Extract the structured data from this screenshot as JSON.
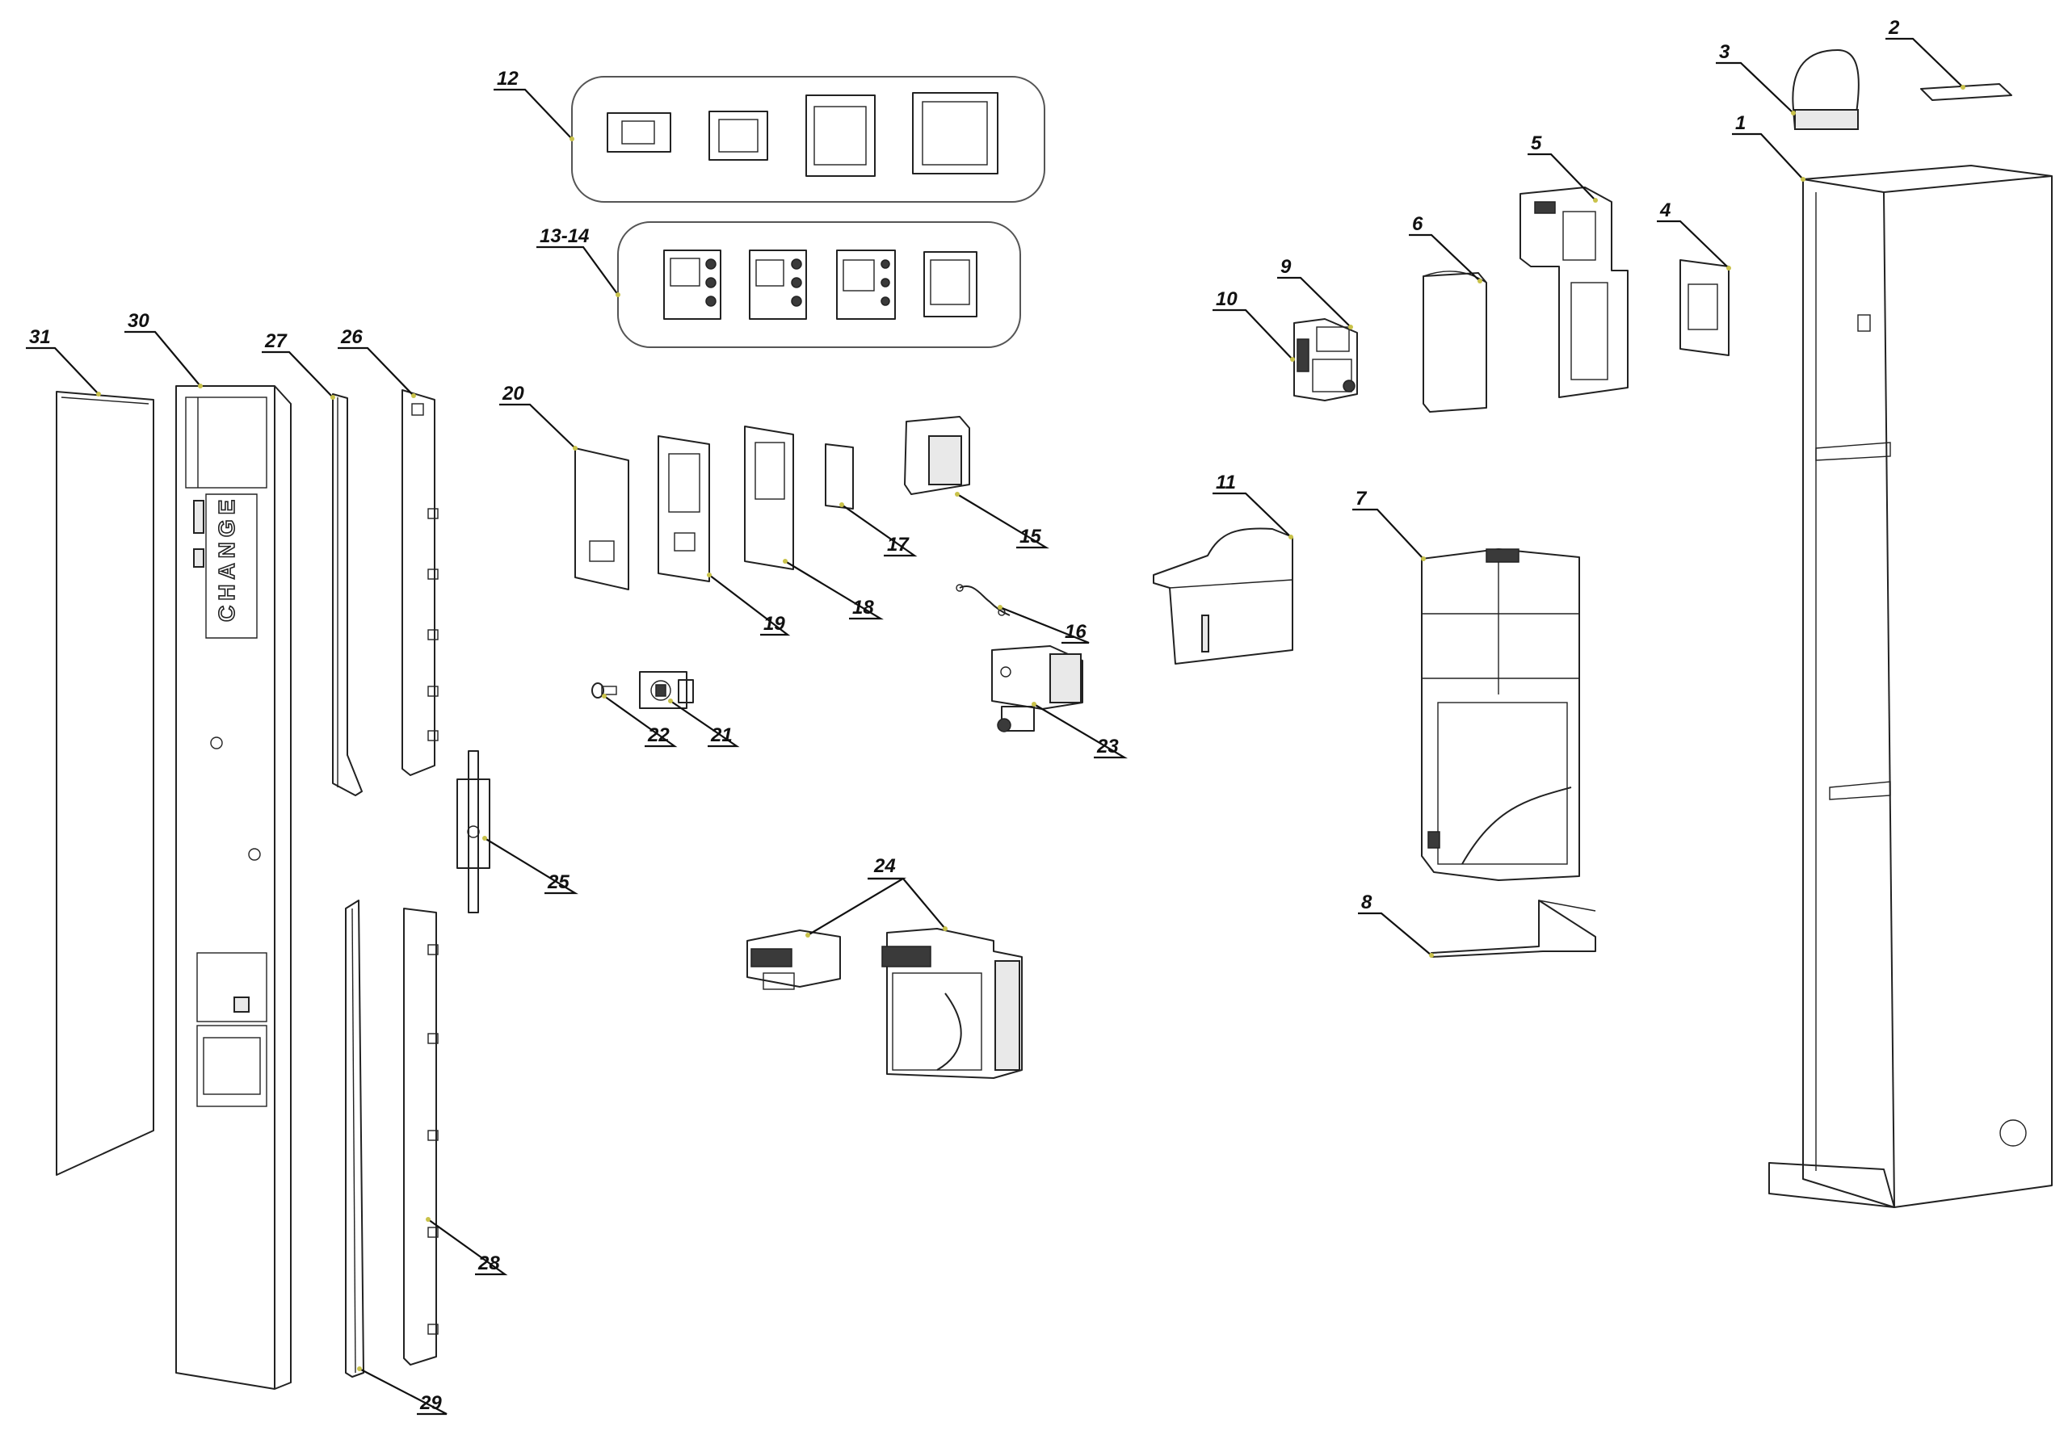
{
  "parts": [
    {
      "id": "p1",
      "label": "1"
    },
    {
      "id": "p2",
      "label": "2"
    },
    {
      "id": "p3",
      "label": "3"
    },
    {
      "id": "p4",
      "label": "4"
    },
    {
      "id": "p5",
      "label": "5"
    },
    {
      "id": "p6",
      "label": "6"
    },
    {
      "id": "p7",
      "label": "7"
    },
    {
      "id": "p8",
      "label": "8"
    },
    {
      "id": "p9",
      "label": "9"
    },
    {
      "id": "p10",
      "label": "10"
    },
    {
      "id": "p11",
      "label": "11"
    },
    {
      "id": "p12",
      "label": "12"
    },
    {
      "id": "p13",
      "label": "13-14"
    },
    {
      "id": "p15",
      "label": "15"
    },
    {
      "id": "p16",
      "label": "16"
    },
    {
      "id": "p17",
      "label": "17"
    },
    {
      "id": "p18",
      "label": "18"
    },
    {
      "id": "p19",
      "label": "19"
    },
    {
      "id": "p20",
      "label": "20"
    },
    {
      "id": "p21",
      "label": "21"
    },
    {
      "id": "p22",
      "label": "22"
    },
    {
      "id": "p23",
      "label": "23"
    },
    {
      "id": "p24",
      "label": "24"
    },
    {
      "id": "p25",
      "label": "25"
    },
    {
      "id": "p26",
      "label": "26"
    },
    {
      "id": "p27",
      "label": "27"
    },
    {
      "id": "p28",
      "label": "28"
    },
    {
      "id": "p29",
      "label": "29"
    },
    {
      "id": "p30",
      "label": "30"
    },
    {
      "id": "p31",
      "label": "31"
    }
  ],
  "front_panel_text": "CHANGE"
}
